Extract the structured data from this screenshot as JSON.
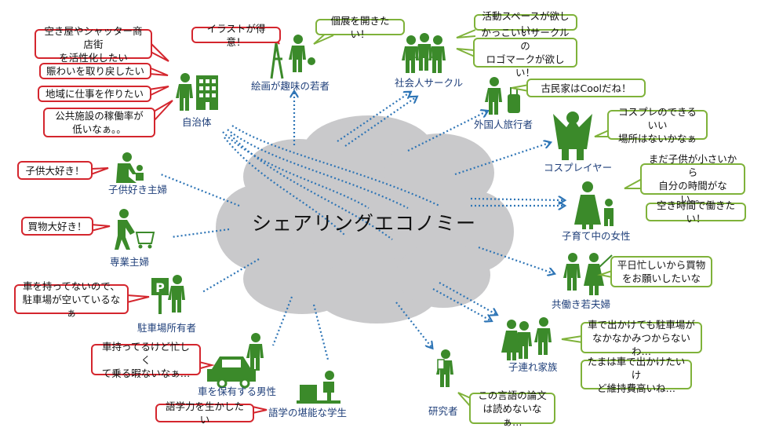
{
  "center": {
    "title": "シェアリングエコノミー"
  },
  "colors": {
    "cloud": "#c9c9cb",
    "icon": "#3b8a2a",
    "arrow": "#2e75b6",
    "red_border": "#d4262e",
    "green_border": "#7fb23a",
    "label": "#1f3f7a"
  },
  "labels": {
    "painter": "絵画が趣味の若者",
    "municipality": "自治体",
    "childcare": "子供好き主婦",
    "housewife": "専業主婦",
    "parking_owner": "駐車場所有者",
    "car_owner": "車を保有する男性",
    "student": "語学の堪能な学生",
    "researcher": "研究者",
    "family": "子連れ家族",
    "couple": "共働き若夫婦",
    "mother": "子育て中の女性",
    "cosplayer": "コスプレイヤー",
    "tourist": "外国人旅行者",
    "circle": "社会人サークル"
  },
  "bubbles": {
    "b1": "空き屋やシャッター商店街\nを活性化したい",
    "b2": "賑わいを取り戻したい",
    "b3": "地域に仕事を作りたい",
    "b4": "公共施設の稼働率が\n低いなぁ。。",
    "b5": "イラストが得意！",
    "b6": "個展を開きたい！",
    "b7": "活動スペースが欲しい",
    "b8": "かっこいいサークルの\nロゴマークが欲しい！",
    "b9": "古民家はCoolだね！",
    "b10": "コスプレのできるいい\n場所はないかなぁ",
    "b11": "まだ子供が小さいから\n自分の時間がない。。",
    "b12": "空き時間で働きたい！",
    "b13": "子供大好き！",
    "b14": "買物大好き！",
    "b15": "車を持ってないので、\n駐車場が空いているなぁ",
    "b16": "平日忙しいから買物\nをお願いしたいな",
    "b17": "車で出かけても駐車場が\nなかなかみつからないわ…",
    "b18": "たまは車で出かけたいけ\nど維持費高いね…",
    "b19": "車持ってるけど忙しく\nて乗る暇ないなぁ…",
    "b20": "語学力を生かしたい",
    "b21": "この言語の論文\nは読めないなぁ…"
  },
  "parking_sign": "P"
}
